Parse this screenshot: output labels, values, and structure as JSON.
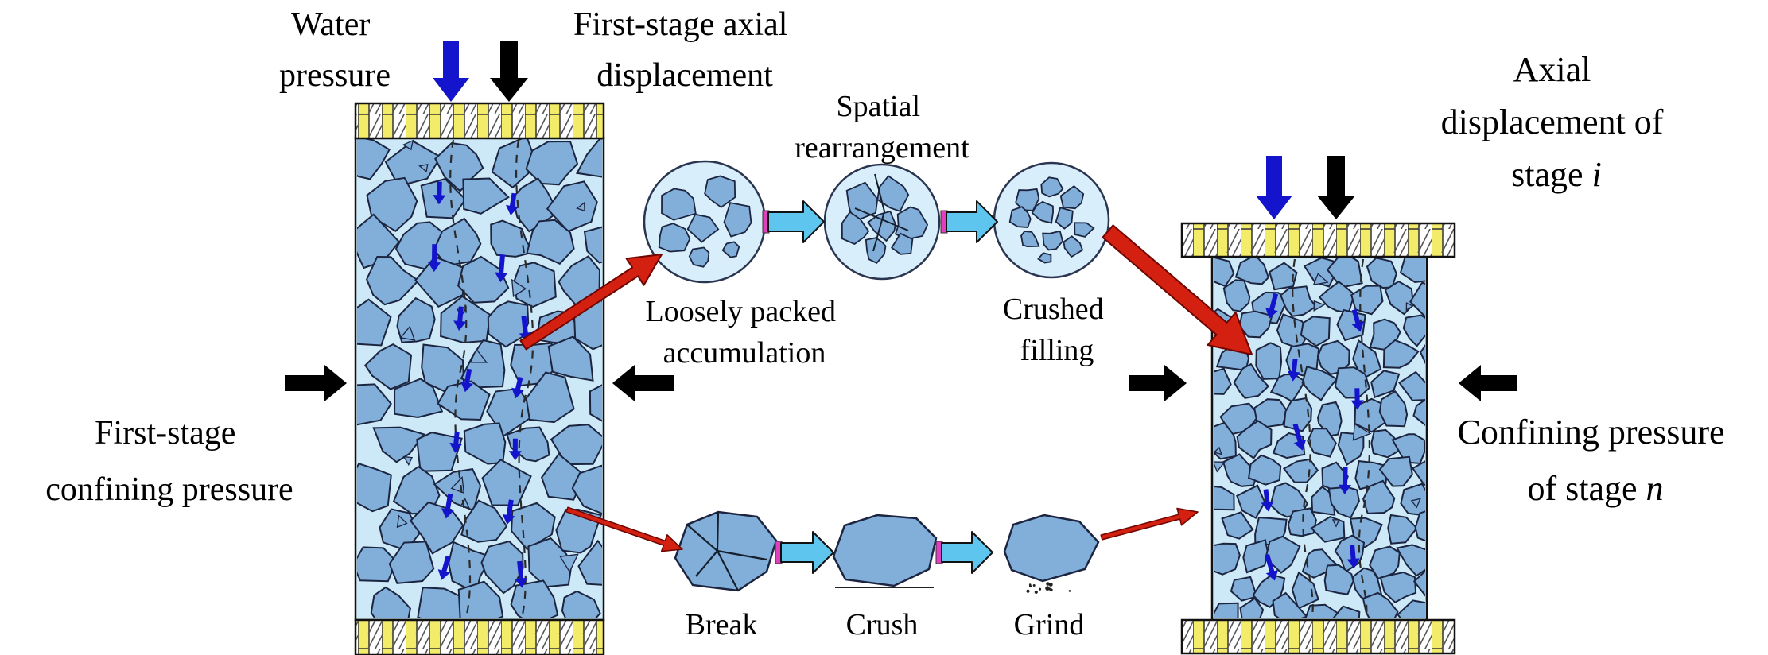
{
  "diagram": {
    "left_specimen": {
      "water_pressure": [
        "Water",
        "pressure"
      ],
      "axial": [
        "First-stage axial",
        "displacement"
      ],
      "confining": [
        "First-stage",
        "confining pressure"
      ]
    },
    "process_top": {
      "loosely_packed": [
        "Loosely packed",
        "accumulation"
      ],
      "spatial": [
        "Spatial",
        "rearrangement"
      ],
      "crushed_filling": [
        "Crushed",
        "filling"
      ]
    },
    "process_bottom": {
      "break": "Break",
      "crush": "Crush",
      "grind": "Grind"
    },
    "right_specimen": {
      "axial": [
        "Axial",
        "displacement of",
        "stage"
      ],
      "axial_italic": "i",
      "confining": [
        "Confining pressure",
        "of stage"
      ],
      "confining_italic": "n"
    }
  },
  "colors": {
    "specimen_fill": "#cde8f6",
    "rock_fill": "#82aeda",
    "rock_stroke": "#1c2540",
    "cap_yellow": "#f2ec6a",
    "arrow_blue": "#1414cc",
    "arrow_black": "#000000",
    "arrow_cyan": "#5ec6ee",
    "arrow_red": "#d42010",
    "arrow_red_dark": "#6e0500",
    "magenta_tail": "#e040c0",
    "circle_fill": "#d9eefb"
  }
}
